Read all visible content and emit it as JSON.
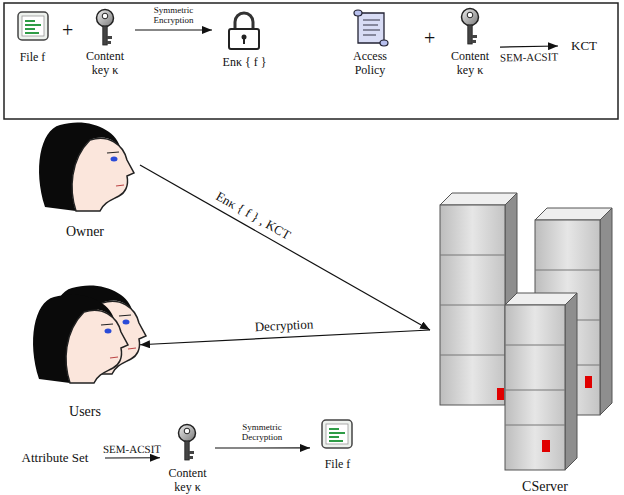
{
  "diagram": {
    "nodes": [
      {
        "text": [
          "File f"
        ]
      },
      {
        "text": [
          "Content key κ"
        ]
      },
      {
        "text": [
          "Enκ { f }"
        ]
      },
      {
        "text": [
          "Access Policy"
        ]
      },
      {
        "text": [
          "Content key κ"
        ]
      },
      {
        "text": [
          "KCT"
        ]
      },
      {
        "text": [
          "Owner"
        ]
      },
      {
        "text": [
          "Users"
        ]
      },
      {
        "text": [
          "CServer"
        ]
      },
      {
        "text": [
          "Attribute Set"
        ]
      },
      {
        "text": [
          "Content key κ"
        ]
      },
      {
        "text": [
          "File f"
        ]
      }
    ],
    "edges": [
      {
        "from": 1,
        "to": 2,
        "label": "Symmetric Encryption",
        "arrow": "to"
      },
      {
        "from": 4,
        "to": 5,
        "label": "SEM-ACSIT",
        "arrow": "to"
      },
      {
        "from": 6,
        "to": 8,
        "label": "Enκ { f } , KCT",
        "arrow": "to"
      },
      {
        "from": 8,
        "to": 7,
        "label": "Decryption",
        "arrow": "to"
      },
      {
        "from": 9,
        "to": 10,
        "label": "SEM-ACSIT",
        "arrow": "to"
      },
      {
        "from": 10,
        "to": 11,
        "label": "Symmetric Decryption",
        "arrow": "to"
      }
    ],
    "labels": [
      "+",
      "+"
    ]
  }
}
